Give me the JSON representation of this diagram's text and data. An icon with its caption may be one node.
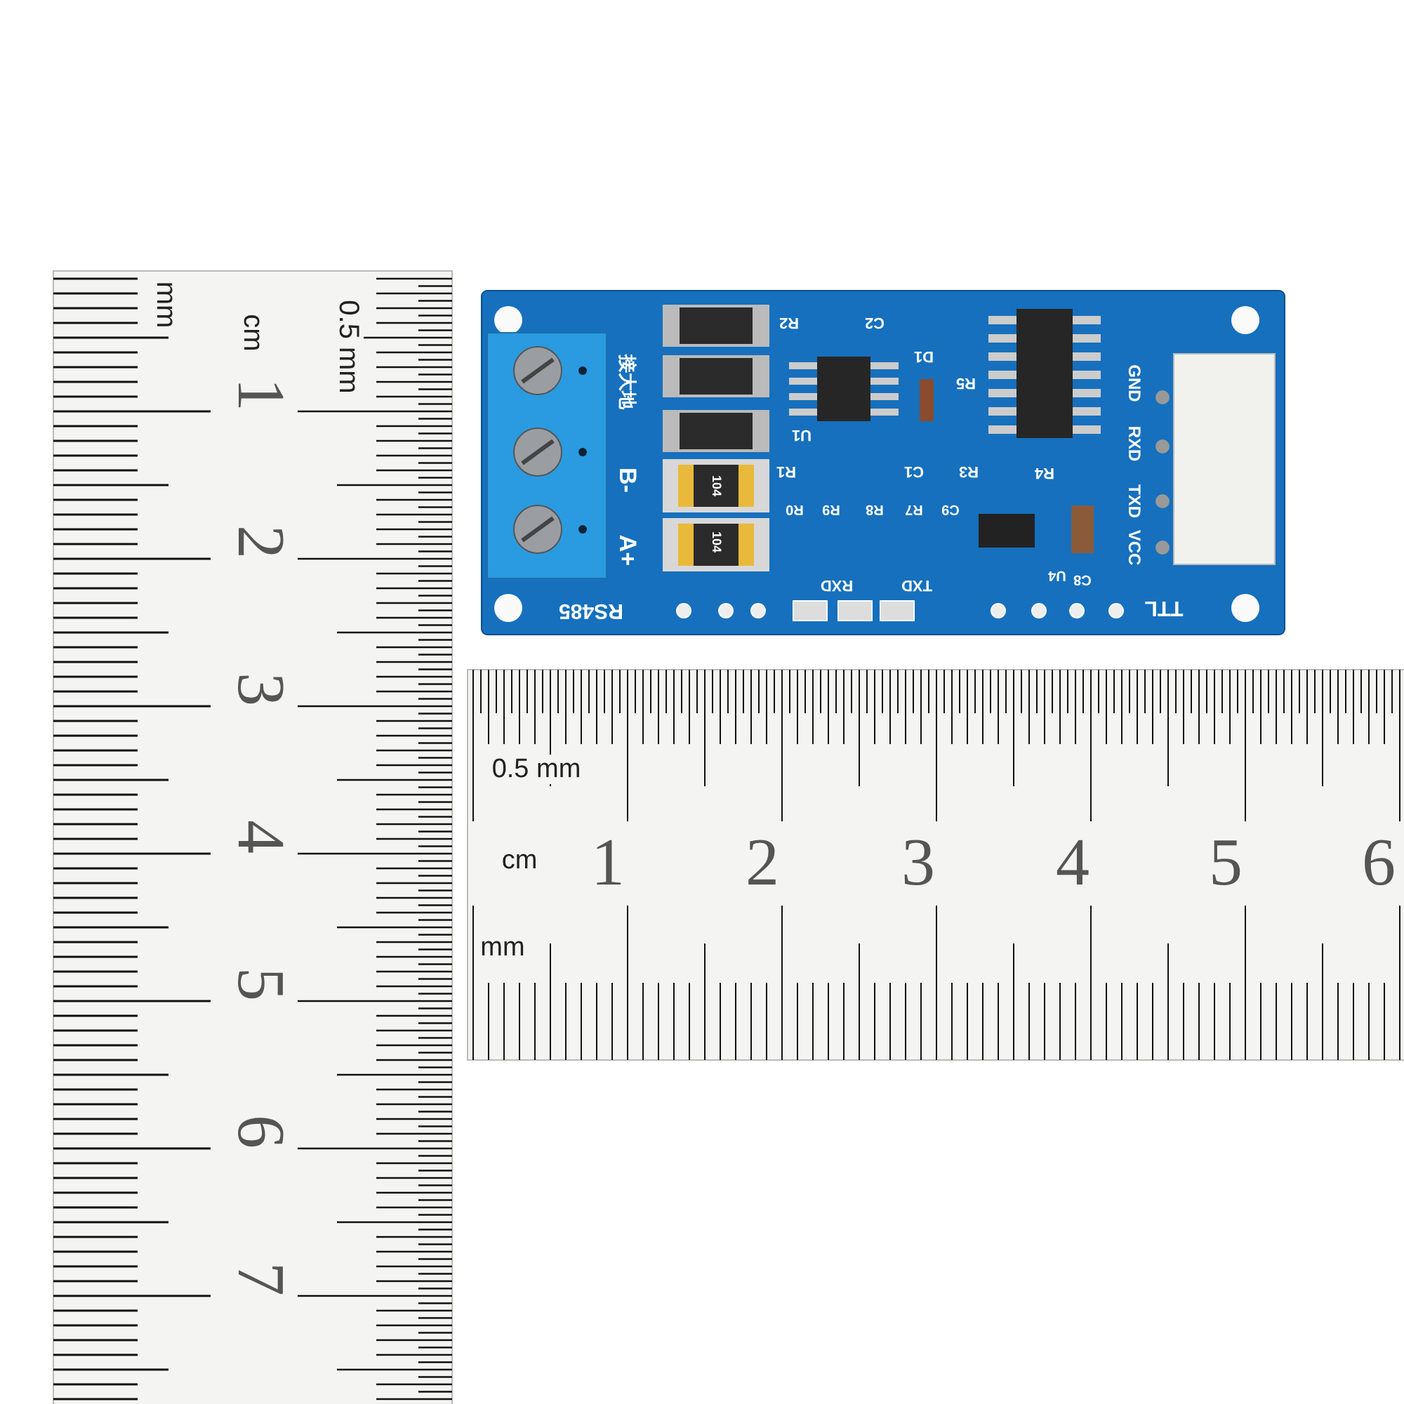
{
  "diagram": {
    "labels": [
      "mm",
      "cm",
      "0.5 mm",
      "1",
      "2",
      "3",
      "4",
      "5",
      "6",
      "7",
      "R2",
      "C2",
      "接大地",
      "D1",
      "R5",
      "U1",
      "GND",
      "RXD",
      "TXD",
      "VCC",
      "B-",
      "R1",
      "C1",
      "R3",
      "R4",
      "104",
      "A+",
      "104",
      "R0",
      "R9",
      "R8",
      "R7",
      "C9",
      "U4",
      "C8",
      "RXD",
      "TXD",
      "RS485",
      "TTL",
      "0.5 mm",
      "cm",
      "1",
      "2",
      "3",
      "4",
      "5",
      "6",
      "mm"
    ]
  }
}
